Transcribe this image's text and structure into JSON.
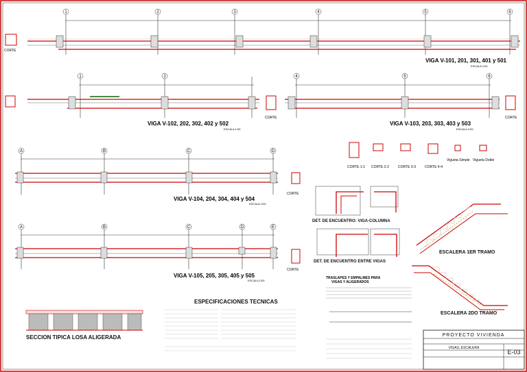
{
  "axes": {
    "v101": [
      "1",
      "2",
      "3",
      "4",
      "5",
      "6"
    ],
    "v102": [
      "1",
      "2"
    ],
    "v103": [
      "4",
      "5",
      "6"
    ],
    "v104": [
      "A",
      "B",
      "C",
      "D"
    ],
    "v105": [
      "A",
      "B",
      "C",
      "D",
      "E"
    ]
  },
  "beams": {
    "v101": "VIGA V-101, 201, 301, 401 y 501",
    "v102": "VIGA V-102, 202, 302, 402 y 502",
    "v103": "VIGA V-103, 203, 303, 403 y 503",
    "v104": "VIGA V-104, 204, 304, 404 y 504",
    "v105": "VIGA V-105, 205, 305, 405 y 505",
    "scale": "ESCALA 1/25"
  },
  "sections": {
    "corte": "CORTE",
    "cortes": [
      "CORTE 1-1",
      "CORTE 2-2",
      "CORTE 3-3",
      "CORTE 4-4"
    ],
    "vigueta_simple": "Vigueta Simple",
    "vigueta_doble": "Vigueta Doble"
  },
  "details": {
    "viga_columna": "DET. DE ENCUENTRO: VIGA-COLUMNA",
    "entre_vigas": "DET. DE ENCUENTRO ENTRE VIGAS",
    "traslapes_1": "TRASLAPES Y EMPALMES PARA",
    "traslapes_2": "VIGAS Y ALIGERADOS"
  },
  "stairs": {
    "tramo1": "ESCALERA 1ER TRAMO",
    "tramo2": "ESCALERA 2DO TRAMO"
  },
  "slab": {
    "title": "SECCION TIPICA LOSA ALIGERADA"
  },
  "specs": {
    "title": "ESPECIFICACIONES TECNICAS"
  },
  "title_block": {
    "project": "PROYECTO VIVIENDA",
    "content": "VIGAS, ESCALERA",
    "sheet_no": "E-03"
  }
}
